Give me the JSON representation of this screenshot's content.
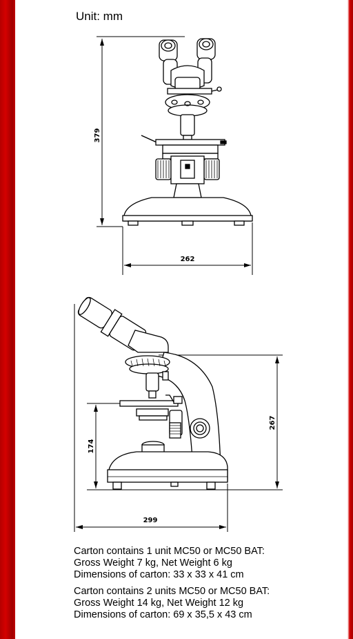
{
  "header": {
    "unit_label": "Unit: mm"
  },
  "front_view": {
    "height_dim": "379",
    "width_dim": "262"
  },
  "side_view": {
    "total_height_dim": "267",
    "stage_height_dim": "174",
    "depth_dim": "299"
  },
  "carton_info": [
    {
      "contents": "Carton contains 1 unit MC50 or MC50 BAT:",
      "weight": "Gross Weight  7 kg, Net Weight 6 kg",
      "dimensions": "Dimensions of carton:  33 x 33 x 41 cm"
    },
    {
      "contents": "Carton contains 2 units MC50 or MC50 BAT:",
      "weight": "Gross Weight 14 kg, Net Weight 12 kg",
      "dimensions": "Dimensions of carton: 69 x 35,5 x 43 cm"
    }
  ]
}
